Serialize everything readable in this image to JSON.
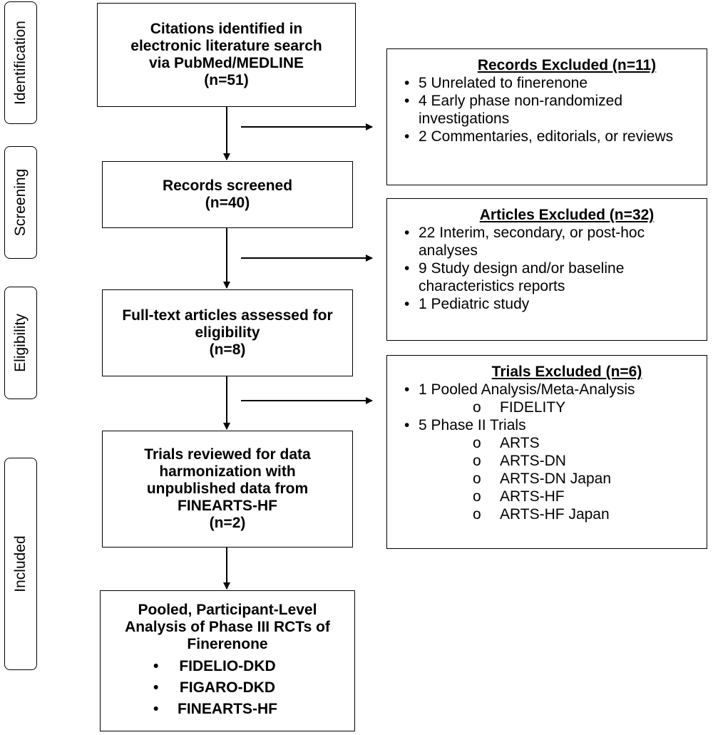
{
  "stages": [
    "Identification",
    "Screening",
    "Eligibility",
    "Included"
  ],
  "boxes": {
    "identified": {
      "lines": [
        "Citations identified in",
        "electronic literature search",
        "via PubMed/MEDLINE",
        "(n=51)"
      ]
    },
    "screened": {
      "lines": [
        "Records screened",
        "(n=40)"
      ]
    },
    "eligibility": {
      "lines": [
        "Full-text articles assessed for",
        "eligibility",
        "(n=8)"
      ]
    },
    "reviewed": {
      "lines": [
        "Trials reviewed for data",
        "harmonization with",
        "unpublished data from",
        "FINEARTS-HF",
        "(n=2)"
      ]
    },
    "pooled": {
      "lines": [
        "Pooled, Participant-Level",
        "Analysis of Phase III RCTs of",
        "Finerenone"
      ],
      "items": [
        "FIDELIO-DKD",
        "FIGARO-DKD",
        "FINEARTS-HF"
      ]
    }
  },
  "exclusions": {
    "records": {
      "title": "Records Excluded (n=11)",
      "items": [
        "5 Unrelated to finerenone",
        "4 Early phase non-randomized investigations",
        "2 Commentaries, editorials, or reviews"
      ]
    },
    "articles": {
      "title": "Articles Excluded (n=32)",
      "items": [
        "22 Interim, secondary, or post-hoc analyses",
        "9 Study design and/or baseline characteristics reports",
        "1 Pediatric study"
      ]
    },
    "trials": {
      "title": "Trials Excluded (n=6)",
      "groups": [
        {
          "label": "1 Pooled Analysis/Meta-Analysis",
          "subitems": [
            "FIDELITY"
          ]
        },
        {
          "label": "5 Phase II Trials",
          "subitems": [
            "ARTS",
            "ARTS-DN",
            "ARTS-DN Japan",
            "ARTS-HF",
            "ARTS-HF Japan"
          ]
        }
      ]
    }
  }
}
